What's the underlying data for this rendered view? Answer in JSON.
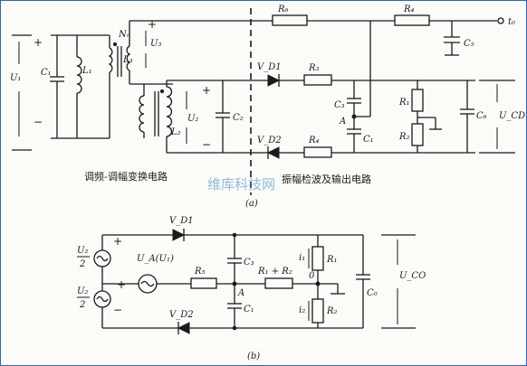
{
  "captions": {
    "left": "调频-调幅变换电路",
    "right": "振幅检波及输出电路",
    "sub_a": "(a)",
    "sub_b": "(b)"
  },
  "watermark": "维库科技网",
  "labels_a": {
    "u1": "U₁",
    "c1": "C₁",
    "l1": "L₁",
    "n": "Nₙ",
    "l3": "L₃",
    "u3": "U₃",
    "l2": "L₂",
    "u2": "U₂",
    "c2": "C₂",
    "r6": "R₆",
    "r4": "R₄",
    "vd1": "V_D1",
    "vd2": "V_D2",
    "r3": "R₃",
    "r4b": "R₄",
    "c3": "C₃",
    "a": "A",
    "c4": "C₁",
    "r1": "R₁",
    "r2": "R₂",
    "c6": "C₆",
    "u_out": "U_CD",
    "c5": "C₅",
    "t_out": "t₀"
  },
  "labels_b": {
    "u2half_top": "U₂",
    "u2half_top_den": "2",
    "u2half_bot": "U₂",
    "u2half_bot_den": "2",
    "ua": "U_A(U₁)",
    "rs": "R₅",
    "vd1": "V_D1",
    "vd2": "V_D2",
    "c3": "C₃",
    "c4": "C₁",
    "a": "A",
    "r12": "R₁ + R₂",
    "zero": "0",
    "i1": "i₁",
    "i2": "i₂",
    "r1": "R₁",
    "r2": "R₂",
    "c0": "C₀",
    "uo": "U_CO"
  },
  "signs": {
    "plus": "+",
    "minus": "−"
  }
}
